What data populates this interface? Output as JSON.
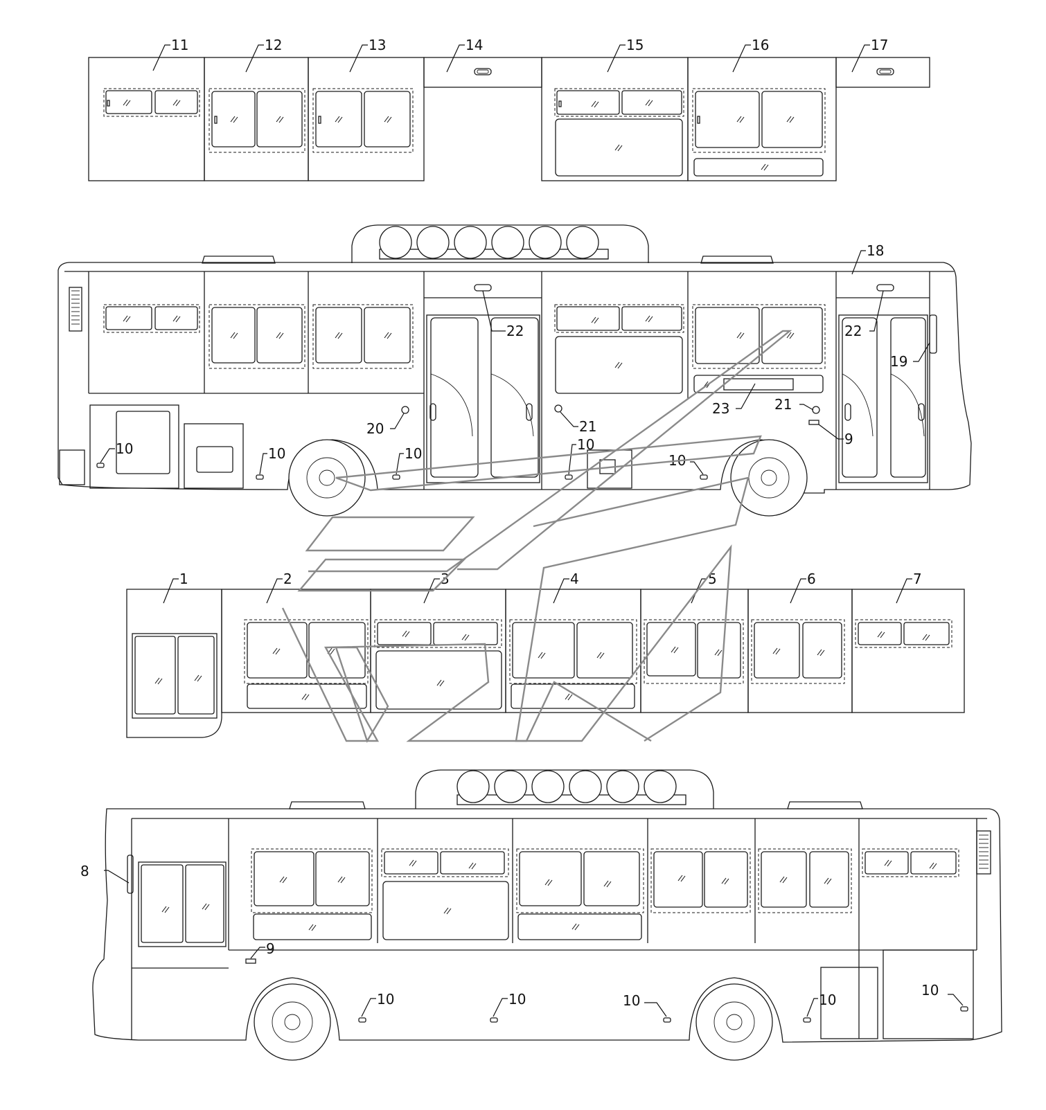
{
  "diagram": {
    "panel_labels_top_row": [
      "11",
      "12",
      "13",
      "14",
      "15",
      "16",
      "17"
    ],
    "panel_labels_middle_row": [
      "1",
      "2",
      "3",
      "4",
      "5",
      "6",
      "7"
    ],
    "callouts_right_side_view": [
      "18",
      "22",
      "22",
      "19",
      "20",
      "21",
      "21",
      "9",
      "10",
      "10",
      "10",
      "10",
      "10",
      "23"
    ],
    "callouts_left_side_view": [
      "8",
      "9",
      "10",
      "10",
      "10",
      "10",
      "10"
    ],
    "glass_mark": "//",
    "roof_tanks_count": 6
  }
}
